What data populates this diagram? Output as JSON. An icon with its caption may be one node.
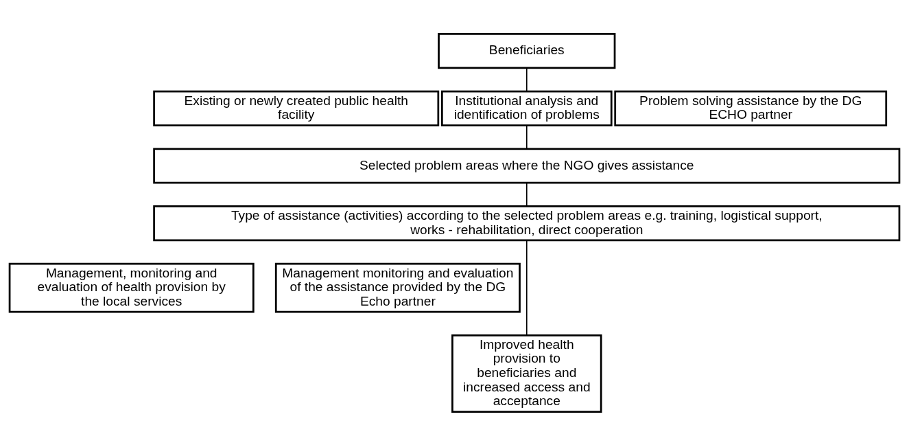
{
  "diagram": {
    "nodes": [
      {
        "text": [
          "Beneficiaries"
        ]
      },
      {
        "text": [
          "Existing or newly created public health facility"
        ]
      },
      {
        "text": [
          "Institutional analysis and identification of problems"
        ]
      },
      {
        "text": [
          "Problem solving assistance by the DG ECHO partner"
        ]
      },
      {
        "text": [
          "Selected problem areas where the NGO gives assistance"
        ]
      },
      {
        "text": [
          "Type of assistance (activities) according to the selected problem areas e.g. training, logistical support, works - rehabilitation, direct cooperation"
        ]
      },
      {
        "text": [
          "Management, monitoring and evaluation of health provision by the local services"
        ]
      },
      {
        "text": [
          "Management monitoring and evaluation of the assistance provided by the DG Echo partner"
        ]
      },
      {
        "text": [
          "Improved health provision to beneficiaries and increased access and acceptance"
        ]
      }
    ],
    "edges": [
      {
        "from": 0,
        "to": 2,
        "arrow": "none"
      },
      {
        "from": 2,
        "to": 4,
        "arrow": "none"
      },
      {
        "from": 4,
        "to": 5,
        "arrow": "none"
      },
      {
        "from": 5,
        "to": 8,
        "arrow": "none"
      }
    ]
  }
}
